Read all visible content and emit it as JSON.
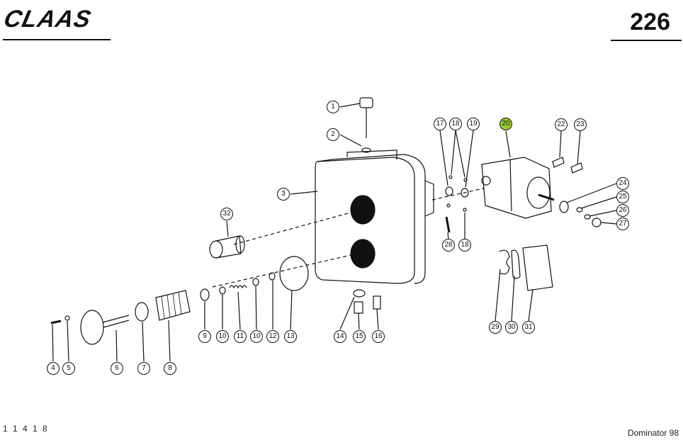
{
  "header": {
    "brand": "CLAAS",
    "sheet_number": "226"
  },
  "footer": {
    "doc_number": "1 1 4 1 8",
    "model": "Dominator 98"
  },
  "callouts": [
    {
      "id": "c1",
      "label": "1"
    },
    {
      "id": "c2",
      "label": "2"
    },
    {
      "id": "c3",
      "label": "3"
    },
    {
      "id": "c4",
      "label": "4"
    },
    {
      "id": "c5",
      "label": "5"
    },
    {
      "id": "c6",
      "label": "6"
    },
    {
      "id": "c7",
      "label": "7"
    },
    {
      "id": "c8",
      "label": "8"
    },
    {
      "id": "c9",
      "label": "9"
    },
    {
      "id": "c10a",
      "label": "10"
    },
    {
      "id": "c11",
      "label": "11"
    },
    {
      "id": "c10b",
      "label": "10"
    },
    {
      "id": "c12",
      "label": "12"
    },
    {
      "id": "c13",
      "label": "13"
    },
    {
      "id": "c14",
      "label": "14"
    },
    {
      "id": "c15",
      "label": "15"
    },
    {
      "id": "c16",
      "label": "16"
    },
    {
      "id": "c17",
      "label": "17"
    },
    {
      "id": "c18a",
      "label": "18"
    },
    {
      "id": "c19",
      "label": "19"
    },
    {
      "id": "c20",
      "label": "20",
      "highlight": true
    },
    {
      "id": "c22",
      "label": "22"
    },
    {
      "id": "c23",
      "label": "23"
    },
    {
      "id": "c24",
      "label": "24"
    },
    {
      "id": "c25",
      "label": "25"
    },
    {
      "id": "c26",
      "label": "26"
    },
    {
      "id": "c27",
      "label": "27"
    },
    {
      "id": "c28",
      "label": "28"
    },
    {
      "id": "c18b",
      "label": "18"
    },
    {
      "id": "c29",
      "label": "29"
    },
    {
      "id": "c30",
      "label": "30"
    },
    {
      "id": "c31",
      "label": "31"
    },
    {
      "id": "c32",
      "label": "32"
    }
  ],
  "colors": {
    "ink": "#111111",
    "highlight": "#9acd32"
  }
}
